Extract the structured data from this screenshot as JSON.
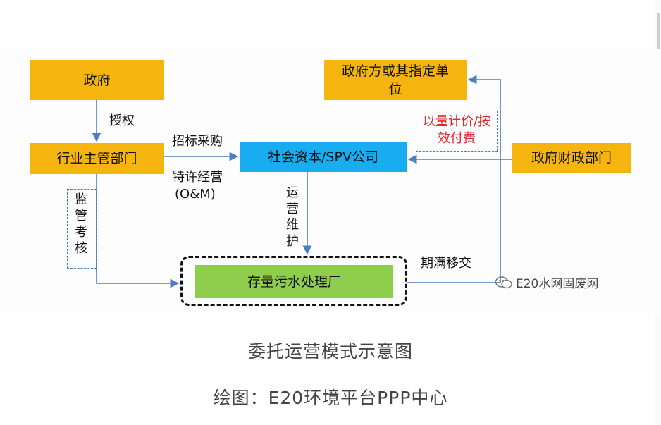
{
  "diagram": {
    "nodes": {
      "government": "政府",
      "industry_dept": "行业主管部门",
      "spv": "社会资本/SPV公司",
      "gov_designee": "政府方或其指定单位",
      "finance_dept": "政府财政部门",
      "plant": "存量污水处理厂"
    },
    "edges": {
      "authorize": "授权",
      "tender": "招标采购",
      "franchise": "特许经营",
      "om": "(O&M)",
      "operate_maintain": "运营维护",
      "supervise": "监管考核",
      "pay": "以量计价/按效付费",
      "transfer": "期满移交"
    },
    "colors": {
      "orange": "#f6b40e",
      "blue": "#17adf0",
      "green": "#8fcd4c",
      "arrow": "#4a7fc1",
      "red": "#e3262a"
    }
  },
  "watermark": "E20水网固废网",
  "caption": {
    "title": "委托运营模式示意图",
    "credit": "绘图：E20环境平台PPP中心"
  }
}
